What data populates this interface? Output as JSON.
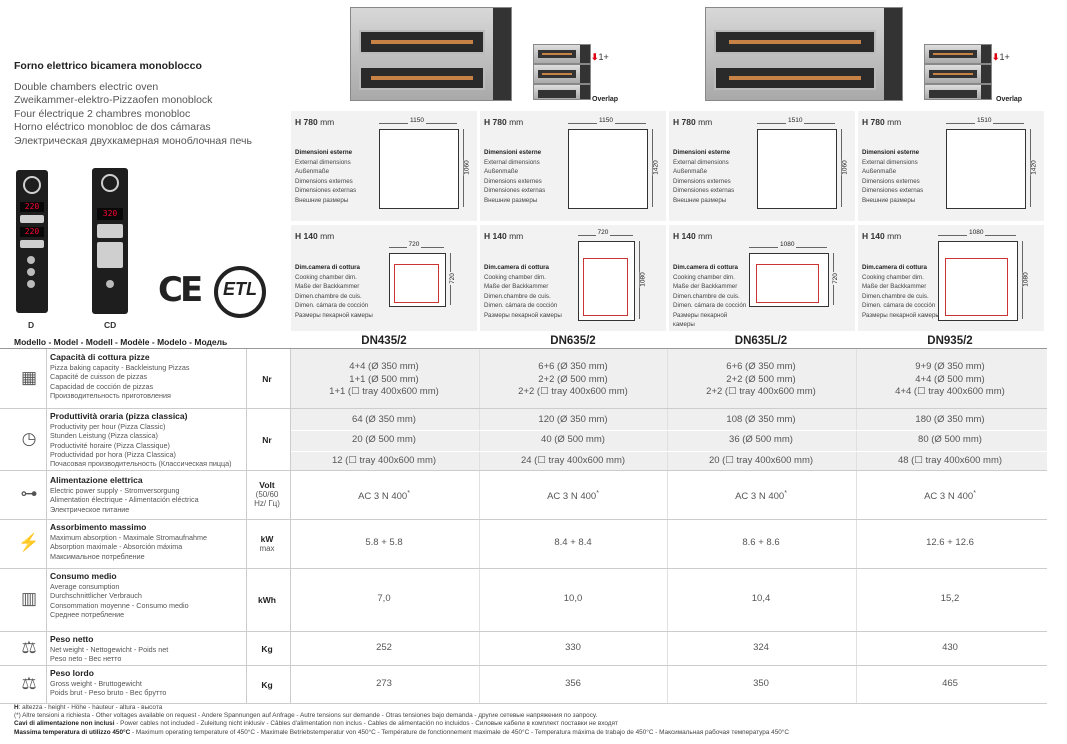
{
  "product": {
    "title": "Forno elettrico bicamera monoblocco",
    "subtitles": [
      "Double chambers electric oven",
      "Zweikammer-elektro-Pizzaofen monoblock",
      "Four électrique 2 chambres monobloc",
      "Horno eléctrico monobloc de dos cámaras",
      "Электрическая двухкамерная моноблочная печь"
    ],
    "panel_d_label": "D",
    "panel_cd_label": "CD",
    "panel_d_display": "220",
    "panel_cd_display": "320",
    "cert_ce": "CE",
    "cert_etl": "ETL"
  },
  "overlap": {
    "arrow_label": "1+",
    "label": "Overlap"
  },
  "dims_labels": {
    "external": [
      "Dimensioni esterne",
      "External dimensions",
      "Außenmaße",
      "Dimensions externes",
      "Dimensiones externas",
      "Внешние размеры"
    ],
    "chamber": [
      "Dim.camera di cottura",
      "Cooking chamber dim.",
      "Maße der Backkammer",
      "Dimen.chambre de cuis.",
      "Dimen. cámara de cocción",
      "Размеры пекарной камеры"
    ],
    "chamber_narrow": [
      "Dim.camera di cottura",
      "Cooking chamber dim.",
      "Maße der Backkammer",
      "Dimen.chambre de cuis.",
      "Dimen. cámara de cocción",
      "Размеры пекарной",
      "камеры"
    ]
  },
  "models": [
    {
      "name": "DN435/2",
      "ext_h": "H 780",
      "ext_w": "1150",
      "ext_d": "1060",
      "ch_h": "H 140",
      "ch_w": "720",
      "ch_d": "720",
      "capacity": [
        "4+4 (Ø 350 mm)",
        "1+1 (Ø 500 mm)",
        "1+1 (☐ tray 400x600 mm)"
      ],
      "productivity": [
        "64 (Ø 350 mm)",
        "20 (Ø 500 mm)",
        "12 (☐ tray 400x600 mm)"
      ],
      "power": "AC 3 N 400",
      "absorption": "5.8 + 5.8",
      "consumption": "7,0",
      "net": "252",
      "gross": "273"
    },
    {
      "name": "DN635/2",
      "ext_h": "H 780",
      "ext_w": "1150",
      "ext_d": "1420",
      "ch_h": "H 140",
      "ch_w": "720",
      "ch_d": "1080",
      "capacity": [
        "6+6 (Ø 350 mm)",
        "2+2 (Ø 500 mm)",
        "2+2 (☐ tray 400x600 mm)"
      ],
      "productivity": [
        "120 (Ø 350 mm)",
        "40 (Ø 500 mm)",
        "24 (☐ tray 400x600 mm)"
      ],
      "power": "AC 3 N 400",
      "absorption": "8.4 + 8.4",
      "consumption": "10,0",
      "net": "330",
      "gross": "356"
    },
    {
      "name": "DN635L/2",
      "ext_h": "H 780",
      "ext_w": "1510",
      "ext_d": "1060",
      "ch_h": "H 140",
      "ch_w": "1080",
      "ch_d": "720",
      "capacity": [
        "6+6 (Ø 350 mm)",
        "2+2 (Ø 500 mm)",
        "2+2 (☐ tray 400x600 mm)"
      ],
      "productivity": [
        "108 (Ø 350 mm)",
        "36 (Ø 500 mm)",
        "20 (☐ tray 400x600 mm)"
      ],
      "power": "AC 3 N 400",
      "absorption": "8.6 + 8.6",
      "consumption": "10,4",
      "net": "324",
      "gross": "350"
    },
    {
      "name": "DN935/2",
      "ext_h": "H 780",
      "ext_w": "1510",
      "ext_d": "1420",
      "ch_h": "H 140",
      "ch_w": "1080",
      "ch_d": "1080",
      "capacity": [
        "9+9 (Ø 350 mm)",
        "4+4 (Ø 500 mm)",
        "4+4 (☐ tray 400x600 mm)"
      ],
      "productivity": [
        "180 (Ø 350 mm)",
        "80 (Ø 500 mm)",
        "48 (☐ tray 400x600 mm)"
      ],
      "power": "AC 3 N 400",
      "absorption": "12.6 + 12.6",
      "consumption": "15,2",
      "net": "430",
      "gross": "465"
    }
  ],
  "mm": "mm",
  "power_sup": "*",
  "table": {
    "model_header": "Modello - Model - Modell - Modèle - Modelo - Модель",
    "capacity": {
      "title": "Capacità di cottura pizze",
      "subs": [
        "Pizza baking capacity - Backleistung Pizzas",
        "Capacité de cuisson de pizzas",
        "Capacidad de cocción de pizzas",
        "Производительность приготовления"
      ],
      "unit": "Nr"
    },
    "productivity": {
      "title": "Produttività oraria (pizza classica)",
      "subs": [
        "Productivity per hour (Pizza Classic)",
        "Stunden Leistung (Pizza classica)",
        "Productivité horaire (Pizza Classique)",
        "Productividad por hora (Pizza Classica)",
        "Почасовая производительность (Классическая пицца)"
      ],
      "unit": "Nr"
    },
    "power": {
      "title": "Alimentazione elettrica",
      "subs": [
        "Electric power supply - Stromversorgung",
        "Alimentation électrique - Alimentación eléctrica",
        "Электрическое питание"
      ],
      "unit": "Volt",
      "unit_sub": "(50/60",
      "unit_sub2": "Hz/ Гц)"
    },
    "absorption": {
      "title": "Assorbimento massimo",
      "subs": [
        "Maximum absorption - Maximale Stromaufnahme",
        "Absorption maximale - Absorción máxima",
        "Максимальное потребление"
      ],
      "unit": "kW",
      "unit_sub": "max"
    },
    "consumption": {
      "title": "Consumo medio",
      "subs": [
        "Average consumption",
        "Durchschnittlicher Verbrauch",
        "Consommation moyenne - Consumo medio",
        "Среднее потребление"
      ],
      "unit": "kWh"
    },
    "net": {
      "title": "Peso netto",
      "subs": [
        "Net weight - Nettogewicht - Poids net",
        "Peso neto - Вес нетто"
      ],
      "unit": "Kg"
    },
    "gross": {
      "title": "Peso lordo",
      "subs": [
        "Gross weight - Bruttogewicht",
        "Poids brut - Peso bruto - Вес брутто"
      ],
      "unit": "Kg"
    }
  },
  "icons": {
    "capacity": "pizza-grid-icon",
    "productivity": "clock-icon",
    "power": "plug-icon",
    "absorption": "lightning-icon",
    "consumption": "bar-meter-icon",
    "net": "weight-icon",
    "gross": "weight-icon"
  },
  "footer": {
    "line1": "H: altezza - height - Höhe - hauteur - altura - высота",
    "line2": "(*) Altre tensioni a richiesta - Other voltages available on request - Andere Spannungen auf Anfrage - Autre tensions sur demande - Otras tensiones bajo demanda - другие сетевые напряжения по запросу.",
    "line3_bold": "Cavi di alimentazione non inclusi",
    "line3": " - Power cables not included - Zuleitung nicht inklusiv - Câbles d'alimentation non inclus - Cables de alimentación no incluidos - Силовые кабели в комплект поставки не входят",
    "line4_bold": "Massima temperatura di utilizzo 450°C",
    "line4": " - Maximum operating temperature of 450°C - Maximale Betriebstemperatur von 450°C - Température de fonctionnement maximale de 450°C - Temperatura máxima de trabajo de 450°C - Максимальная рабочая температура 450°C"
  }
}
